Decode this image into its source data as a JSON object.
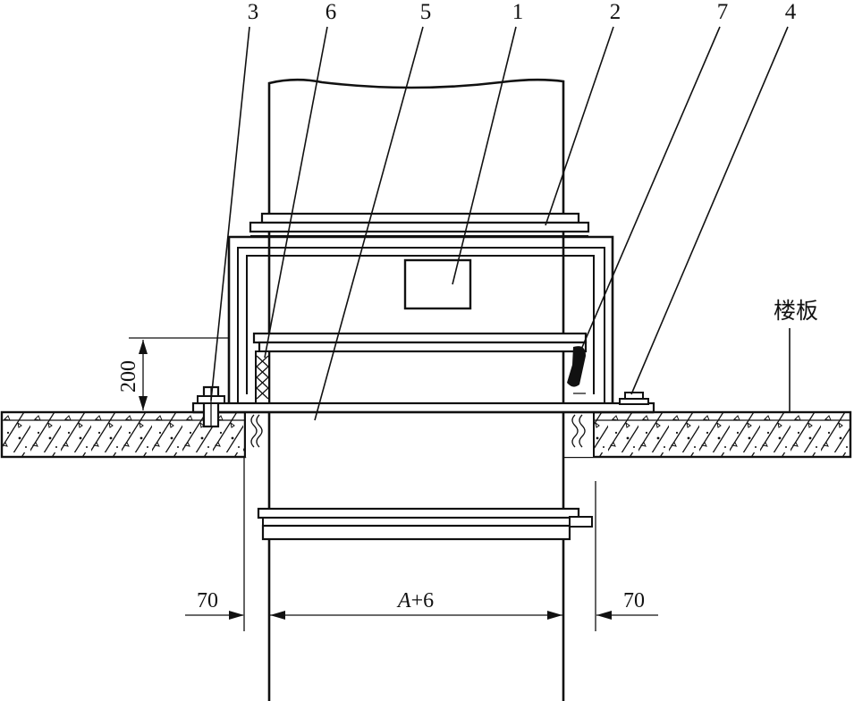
{
  "labels": {
    "part_1": "1",
    "part_2": "2",
    "part_3": "3",
    "part_4": "4",
    "part_5": "5",
    "part_6": "6",
    "part_7": "7",
    "floor_slab": "楼板"
  },
  "dimensions": {
    "height": "200",
    "left_gap": "70",
    "opening_width_prefix": "A",
    "opening_width_suffix": "+6",
    "right_gap": "70"
  },
  "colors": {
    "line": "#111111",
    "background": "#ffffff"
  }
}
